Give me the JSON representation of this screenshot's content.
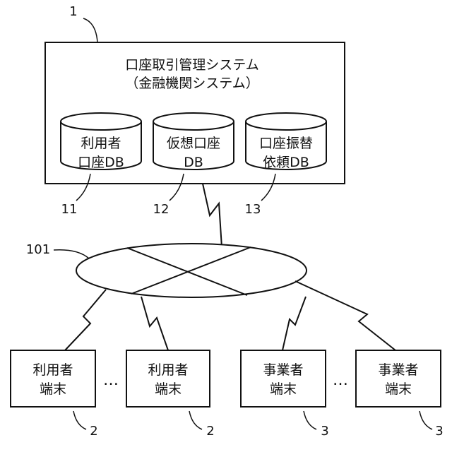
{
  "system": {
    "ref": "1",
    "title": "口座取引管理システム",
    "subtitle": "（金融機関システム）",
    "databases": [
      {
        "line1": "利用者",
        "line2": "口座DB",
        "ref": "11"
      },
      {
        "line1": "仮想口座",
        "line2": "DB",
        "ref": "12"
      },
      {
        "line1": "口座振替",
        "line2": "依頼DB",
        "ref": "13"
      }
    ]
  },
  "network": {
    "ref": "101"
  },
  "terminals": [
    {
      "line1": "利用者",
      "line2": "端末",
      "ref": "2"
    },
    {
      "line1": "利用者",
      "line2": "端末",
      "ref": "2"
    },
    {
      "line1": "事業者",
      "line2": "端末",
      "ref": "3"
    },
    {
      "line1": "事業者",
      "line2": "端末",
      "ref": "3"
    }
  ],
  "ellipsis": "…"
}
